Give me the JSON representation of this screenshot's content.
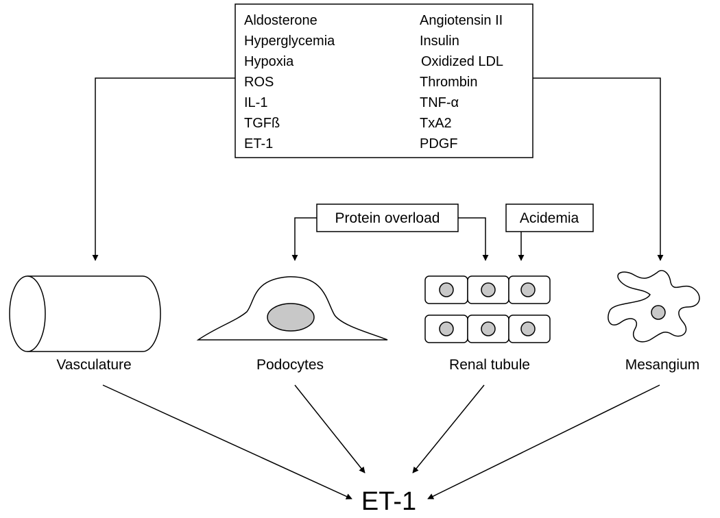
{
  "stimuli": {
    "left": [
      "Aldosterone",
      "Hyperglycemia",
      "Hypoxia",
      "ROS",
      "IL-1",
      "TGFß",
      "ET-1"
    ],
    "right": [
      "Angiotensin II",
      "Insulin",
      "Oxidized LDL",
      "Thrombin",
      "TNF-α",
      "TxA2",
      "PDGF"
    ]
  },
  "local_factors": {
    "protein_overload": "Protein overload",
    "acidemia": "Acidemia"
  },
  "targets": {
    "vasculature": "Vasculature",
    "podocytes": "Podocytes",
    "renal_tubule": "Renal tubule",
    "mesangium": "Mesangium"
  },
  "output": {
    "label": "ET-1"
  },
  "colors": {
    "line": "#000000",
    "nucleus": "#c8c8c8",
    "background": "#ffffff"
  }
}
